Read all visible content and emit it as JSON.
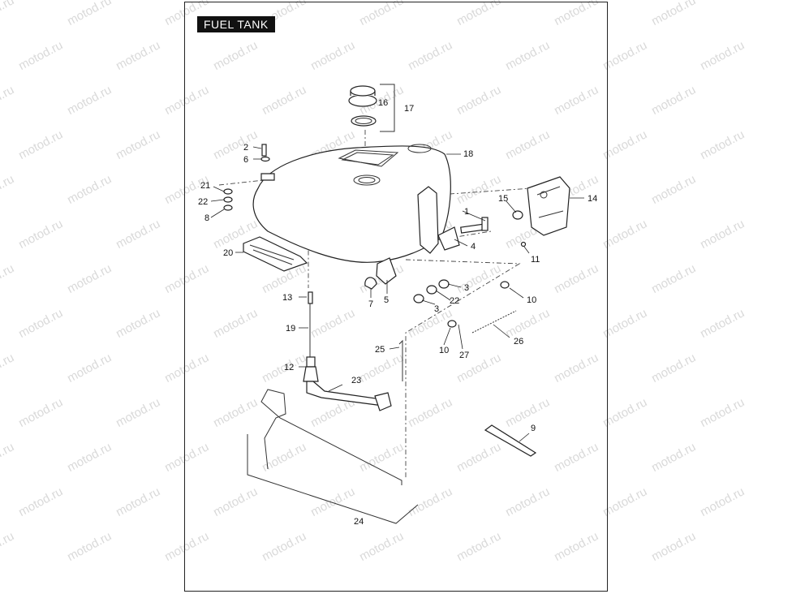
{
  "title": "FUEL TANK",
  "watermark": "motod.ru",
  "callouts": [
    {
      "id": "c1",
      "label": "1"
    },
    {
      "id": "c2",
      "label": "2"
    },
    {
      "id": "c3a",
      "label": "3"
    },
    {
      "id": "c3b",
      "label": "3"
    },
    {
      "id": "c4",
      "label": "4"
    },
    {
      "id": "c5",
      "label": "5"
    },
    {
      "id": "c6",
      "label": "6"
    },
    {
      "id": "c7",
      "label": "7"
    },
    {
      "id": "c8",
      "label": "8"
    },
    {
      "id": "c9",
      "label": "9"
    },
    {
      "id": "c10a",
      "label": "10"
    },
    {
      "id": "c10b",
      "label": "10"
    },
    {
      "id": "c11",
      "label": "11"
    },
    {
      "id": "c12",
      "label": "12"
    },
    {
      "id": "c13",
      "label": "13"
    },
    {
      "id": "c14",
      "label": "14"
    },
    {
      "id": "c15",
      "label": "15"
    },
    {
      "id": "c16",
      "label": "16"
    },
    {
      "id": "c17",
      "label": "17"
    },
    {
      "id": "c18",
      "label": "18"
    },
    {
      "id": "c19",
      "label": "19"
    },
    {
      "id": "c20",
      "label": "20"
    },
    {
      "id": "c21",
      "label": "21"
    },
    {
      "id": "c22a",
      "label": "22"
    },
    {
      "id": "c22b",
      "label": "22"
    },
    {
      "id": "c23",
      "label": "23"
    },
    {
      "id": "c24",
      "label": "24"
    },
    {
      "id": "c25",
      "label": "25"
    },
    {
      "id": "c26",
      "label": "26"
    },
    {
      "id": "c27",
      "label": "27"
    }
  ]
}
